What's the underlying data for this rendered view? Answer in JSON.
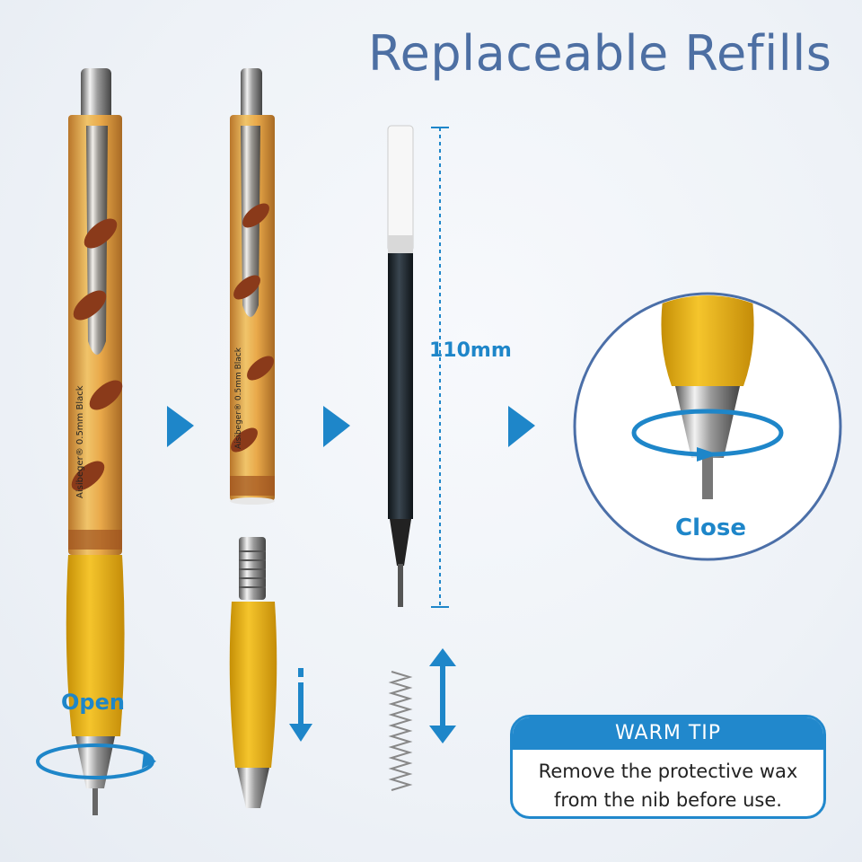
{
  "title": "Replaceable Refills",
  "labels": {
    "open": "Open",
    "close": "Close",
    "refill_length": "110mm"
  },
  "warm_tip": {
    "heading": "WARM TIP",
    "line1": "Remove the protective wax",
    "line2": "from the nib before use."
  },
  "pen_print": {
    "brand": "Aisibeger® 0.5mm Black",
    "size_mark": "0.5"
  },
  "colors": {
    "accent": "#2188cc",
    "title": "#4d6fa3",
    "grip": "#e3ae10",
    "barrel": "#e6a83a"
  },
  "icons": [
    "arrow-right-icon",
    "arrow-down-icon",
    "double-arrow-icon",
    "rotate-icon"
  ]
}
